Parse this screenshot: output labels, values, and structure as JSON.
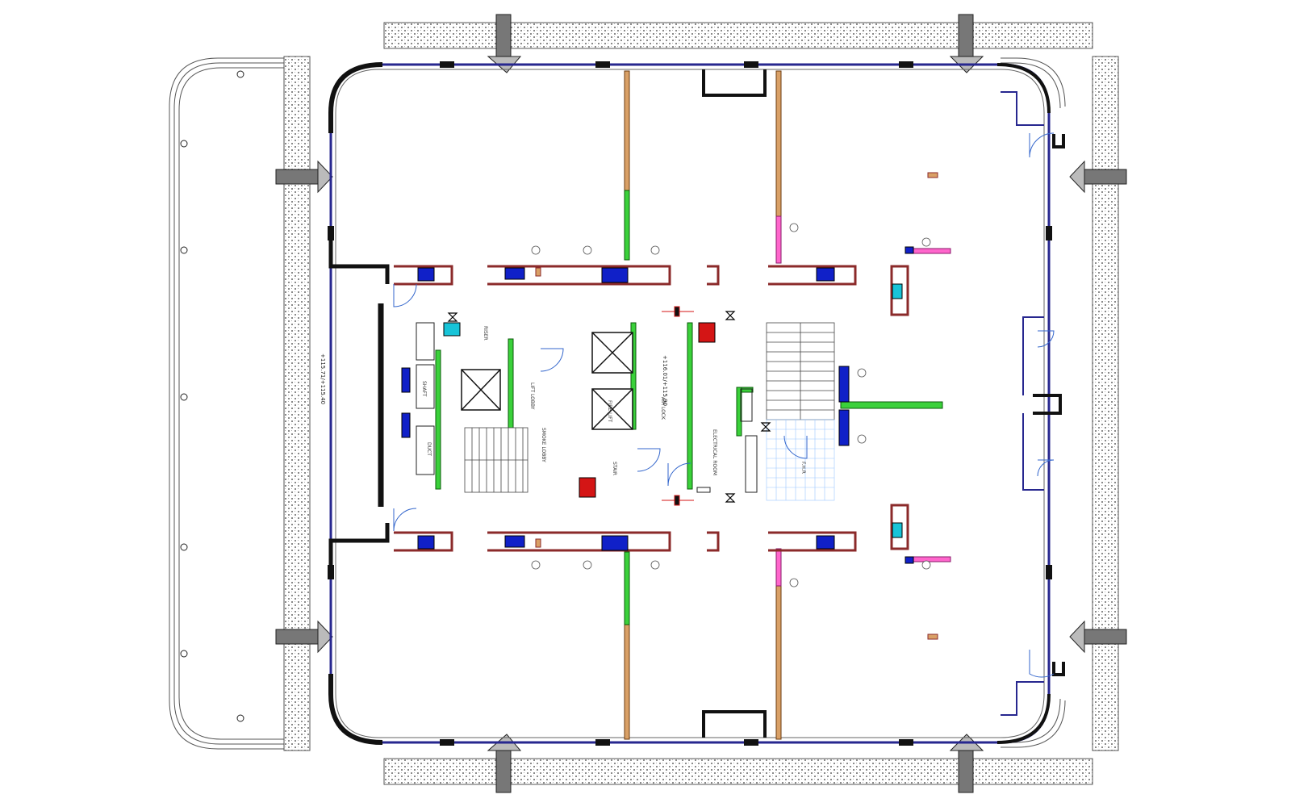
{
  "drawing": {
    "colors": {
      "background": "#ffffff",
      "concrete_wall": "#111111",
      "glazing": "#27278f",
      "partition_timber": "#d9a066",
      "partition_green": "#3ad13a",
      "fire_red": "#d41515",
      "service_blue": "#1020c8",
      "duct_pink": "#ff66cc",
      "duct_cyan": "#18c4d8",
      "wall_brown": "#8b2a2a",
      "grating": "#9a9a9a"
    },
    "labels": {
      "level_left": "+115.71/+115.40",
      "level_core": "+116.01/+115.90",
      "lift_lobby": "LIFT LOBBY",
      "fire_lift": "FIRE LIFT",
      "stair": "STAIR",
      "shaft": "SHAFT",
      "riser": "RISER",
      "electrical": "ELECTRICAL ROOM",
      "air_lock": "AIR LOCK",
      "smoke_lobby": "SMOKE LOBBY",
      "fhr": "F.H.R",
      "duct": "DUCT"
    }
  }
}
